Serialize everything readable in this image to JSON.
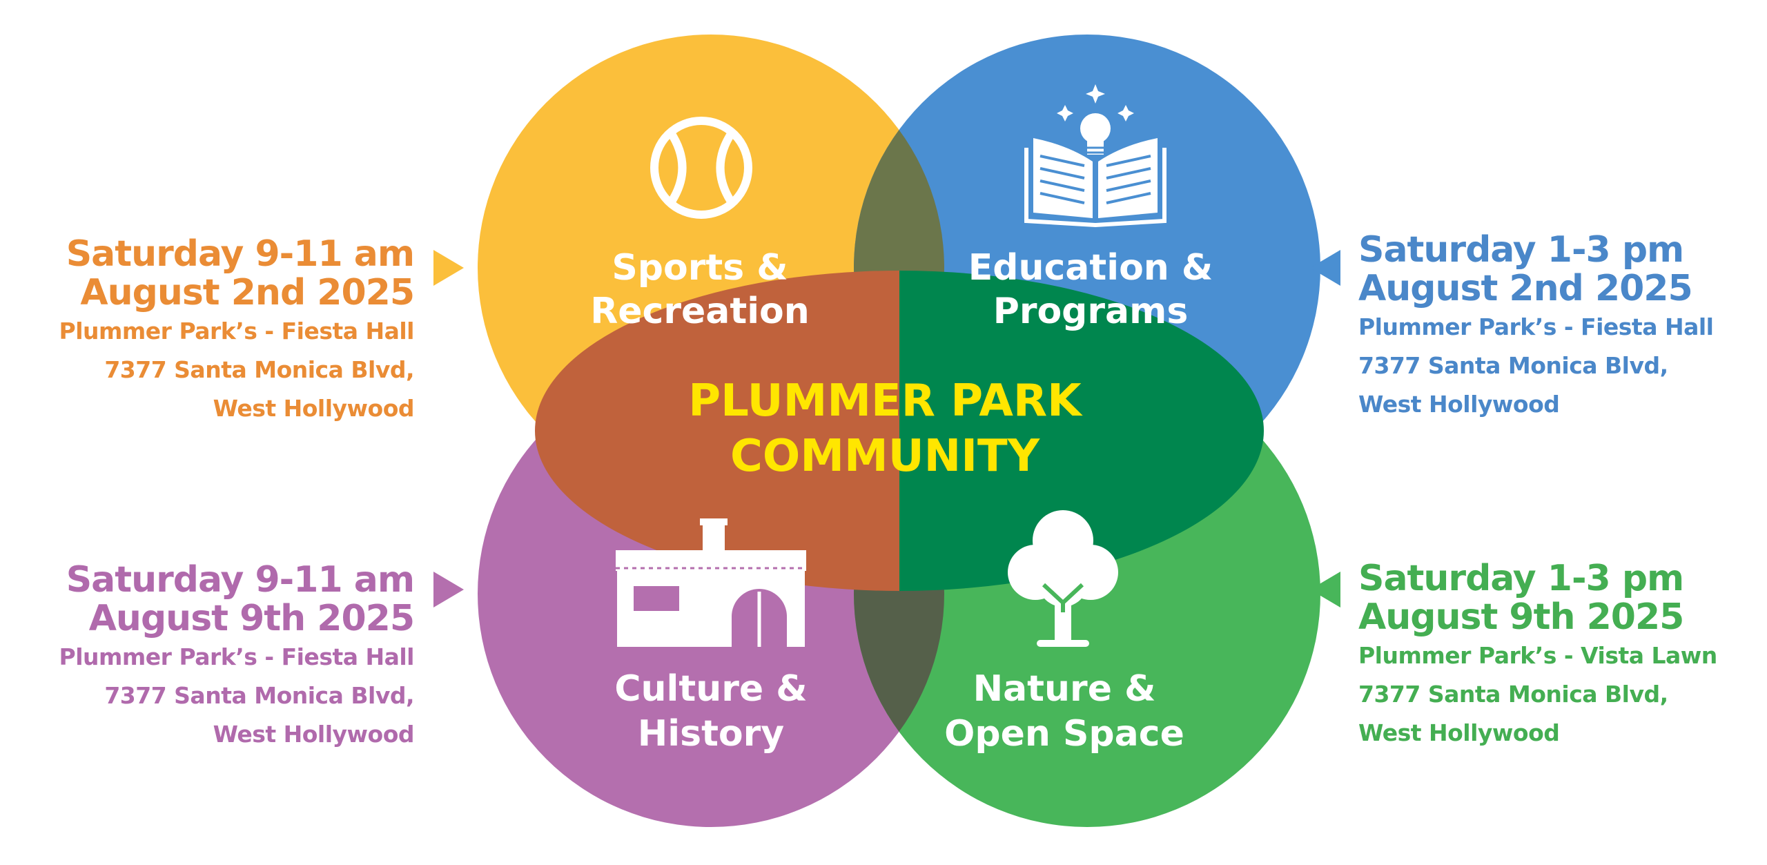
{
  "center": {
    "line1": "PLUMMER PARK",
    "line2": "COMMUNITY"
  },
  "circles": {
    "sports": {
      "line1": "Sports &",
      "line2": "Recreation",
      "icon": "baseball-icon",
      "color": "#fbbf3b"
    },
    "education": {
      "line1": "Education &",
      "line2": "Programs",
      "icon": "book-lightbulb-icon",
      "color": "#4a8fd2"
    },
    "culture": {
      "line1": "Culture &",
      "line2": "History",
      "icon": "building-icon",
      "color": "#b46fae"
    },
    "nature": {
      "line1": "Nature &",
      "line2": "Open Space",
      "icon": "tree-icon",
      "color": "#48b65a"
    }
  },
  "overlaps": {
    "sports_education": "#6b764b",
    "sports_culture": "#c0623c",
    "education_nature": "#00864e",
    "culture_nature": "#55604a"
  },
  "events": {
    "sports": {
      "time": "Saturday 9-11 am",
      "date": "August 2nd 2025",
      "venue": "Plummer Park’s - Fiesta Hall",
      "street": "7377 Santa Monica Blvd,",
      "city": "West Hollywood",
      "color": "#ea8c35"
    },
    "education": {
      "time": "Saturday 1-3 pm",
      "date": "August 2nd 2025",
      "venue": "Plummer Park’s - Fiesta Hall",
      "street": "7377 Santa Monica Blvd,",
      "city": "West Hollywood",
      "color": "#4a87c9"
    },
    "culture": {
      "time": "Saturday 9-11 am",
      "date": "August 9th 2025",
      "venue": "Plummer Park’s - Fiesta Hall",
      "street": "7377 Santa Monica Blvd,",
      "city": "West Hollywood",
      "color": "#b06aac"
    },
    "nature": {
      "time": "Saturday 1-3 pm",
      "date": "August 9th 2025",
      "venue": "Plummer Park’s - Vista Lawn",
      "street": "7377 Santa Monica Blvd,",
      "city": "West Hollywood",
      "color": "#44ae52"
    }
  },
  "center_text_color": "#ffe600"
}
